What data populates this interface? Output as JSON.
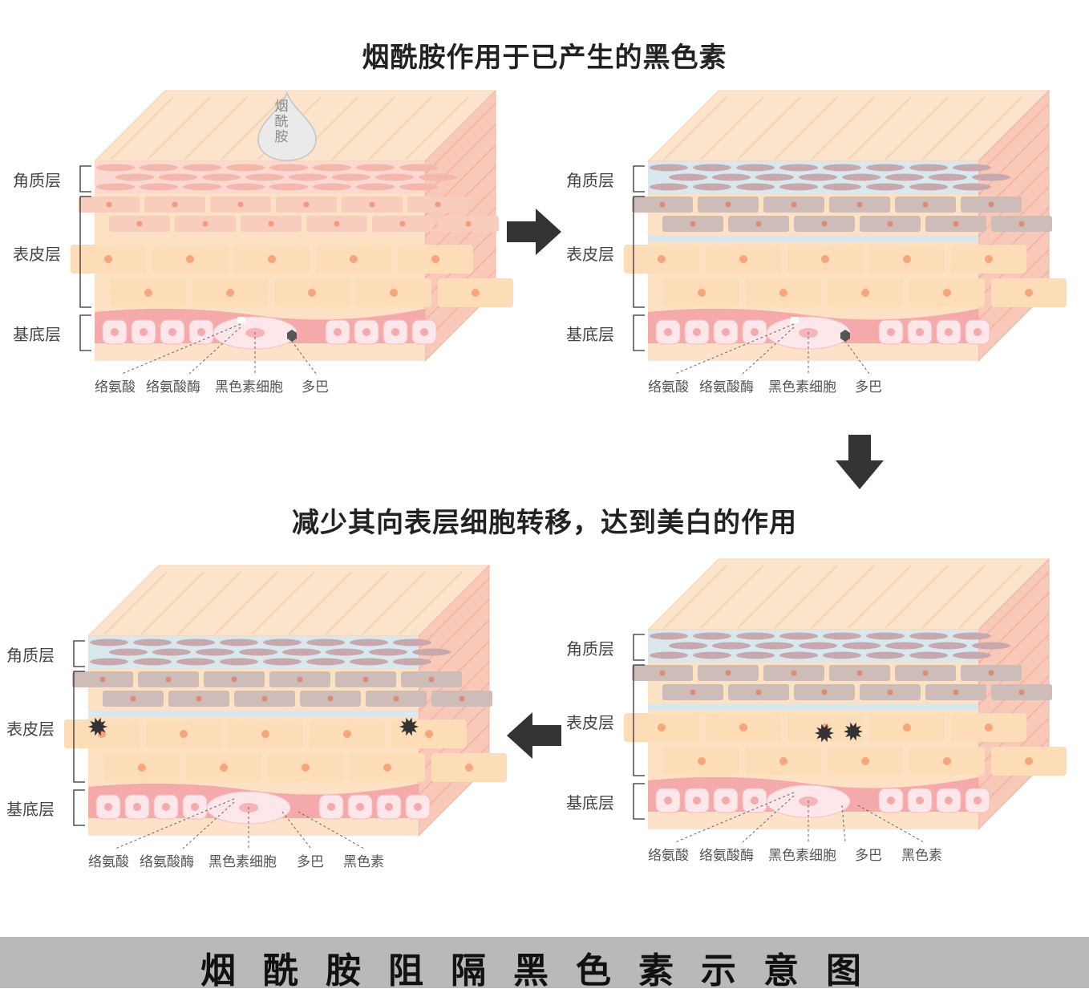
{
  "title_top": "烟酰胺作用于已产生的黑色素",
  "title_mid": "减少其向表层细胞转移，达到美白的作用",
  "footer": "烟酰胺阻隔黑色素示意图",
  "drop_label": "烟酰胺",
  "layer_labels": {
    "stratum_corneum": "角质层",
    "epidermis": "表皮层",
    "basal": "基底层"
  },
  "captions": {
    "tyrosine": "络氨酸",
    "tyrosinase": "络氨酸酶",
    "melanocyte": "黑色素细胞",
    "dopa": "多巴",
    "melanin": "黑色素"
  },
  "colors": {
    "top_surface": "#fbe3cc",
    "corneum_row": "#f3b7ad",
    "upper_cells": "#f8cdbd",
    "lower_cells": "#fde1c3",
    "basal_band": "#f4a9aa",
    "basal_cell": "#fde7ea",
    "side_face": "#f8c8b8",
    "treated_grey": "#cdbcb8",
    "treated_blue": "#d9e7ef",
    "arrow": "#333333",
    "footer_bar": "#b9b9b9"
  }
}
